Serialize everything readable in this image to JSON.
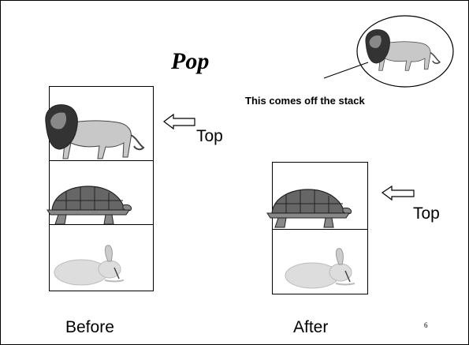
{
  "slide": {
    "title": "Pop",
    "caption": "This comes off the stack",
    "before_label": "Before",
    "after_label": "After",
    "before_top_label": "Top",
    "after_top_label": "Top",
    "page_number": "6"
  },
  "before_stack": [
    "lion-icon",
    "turtle-icon",
    "rabbit-icon"
  ],
  "after_stack": [
    "turtle-icon",
    "rabbit-icon"
  ],
  "popped_item": "lion-icon"
}
